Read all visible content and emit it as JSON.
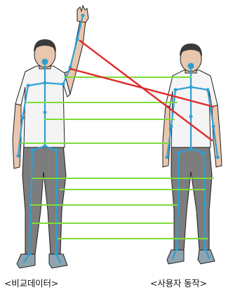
{
  "captions": {
    "reference": "<비교데이터>",
    "user": "<사용자 동작>"
  },
  "colors": {
    "skeleton": "#2f9fd3",
    "joint": "#2f9fd3",
    "match_line": "#7ddc3a",
    "mismatch_line": "#e02a2a",
    "shirt": "#f4f4f4",
    "pants": "#7d7d7d",
    "skin": "#e9c7ae",
    "hair": "#3a3a3a",
    "outline": "#1f1f1f"
  },
  "match_line_count": 9,
  "mismatch_line_count": 2
}
